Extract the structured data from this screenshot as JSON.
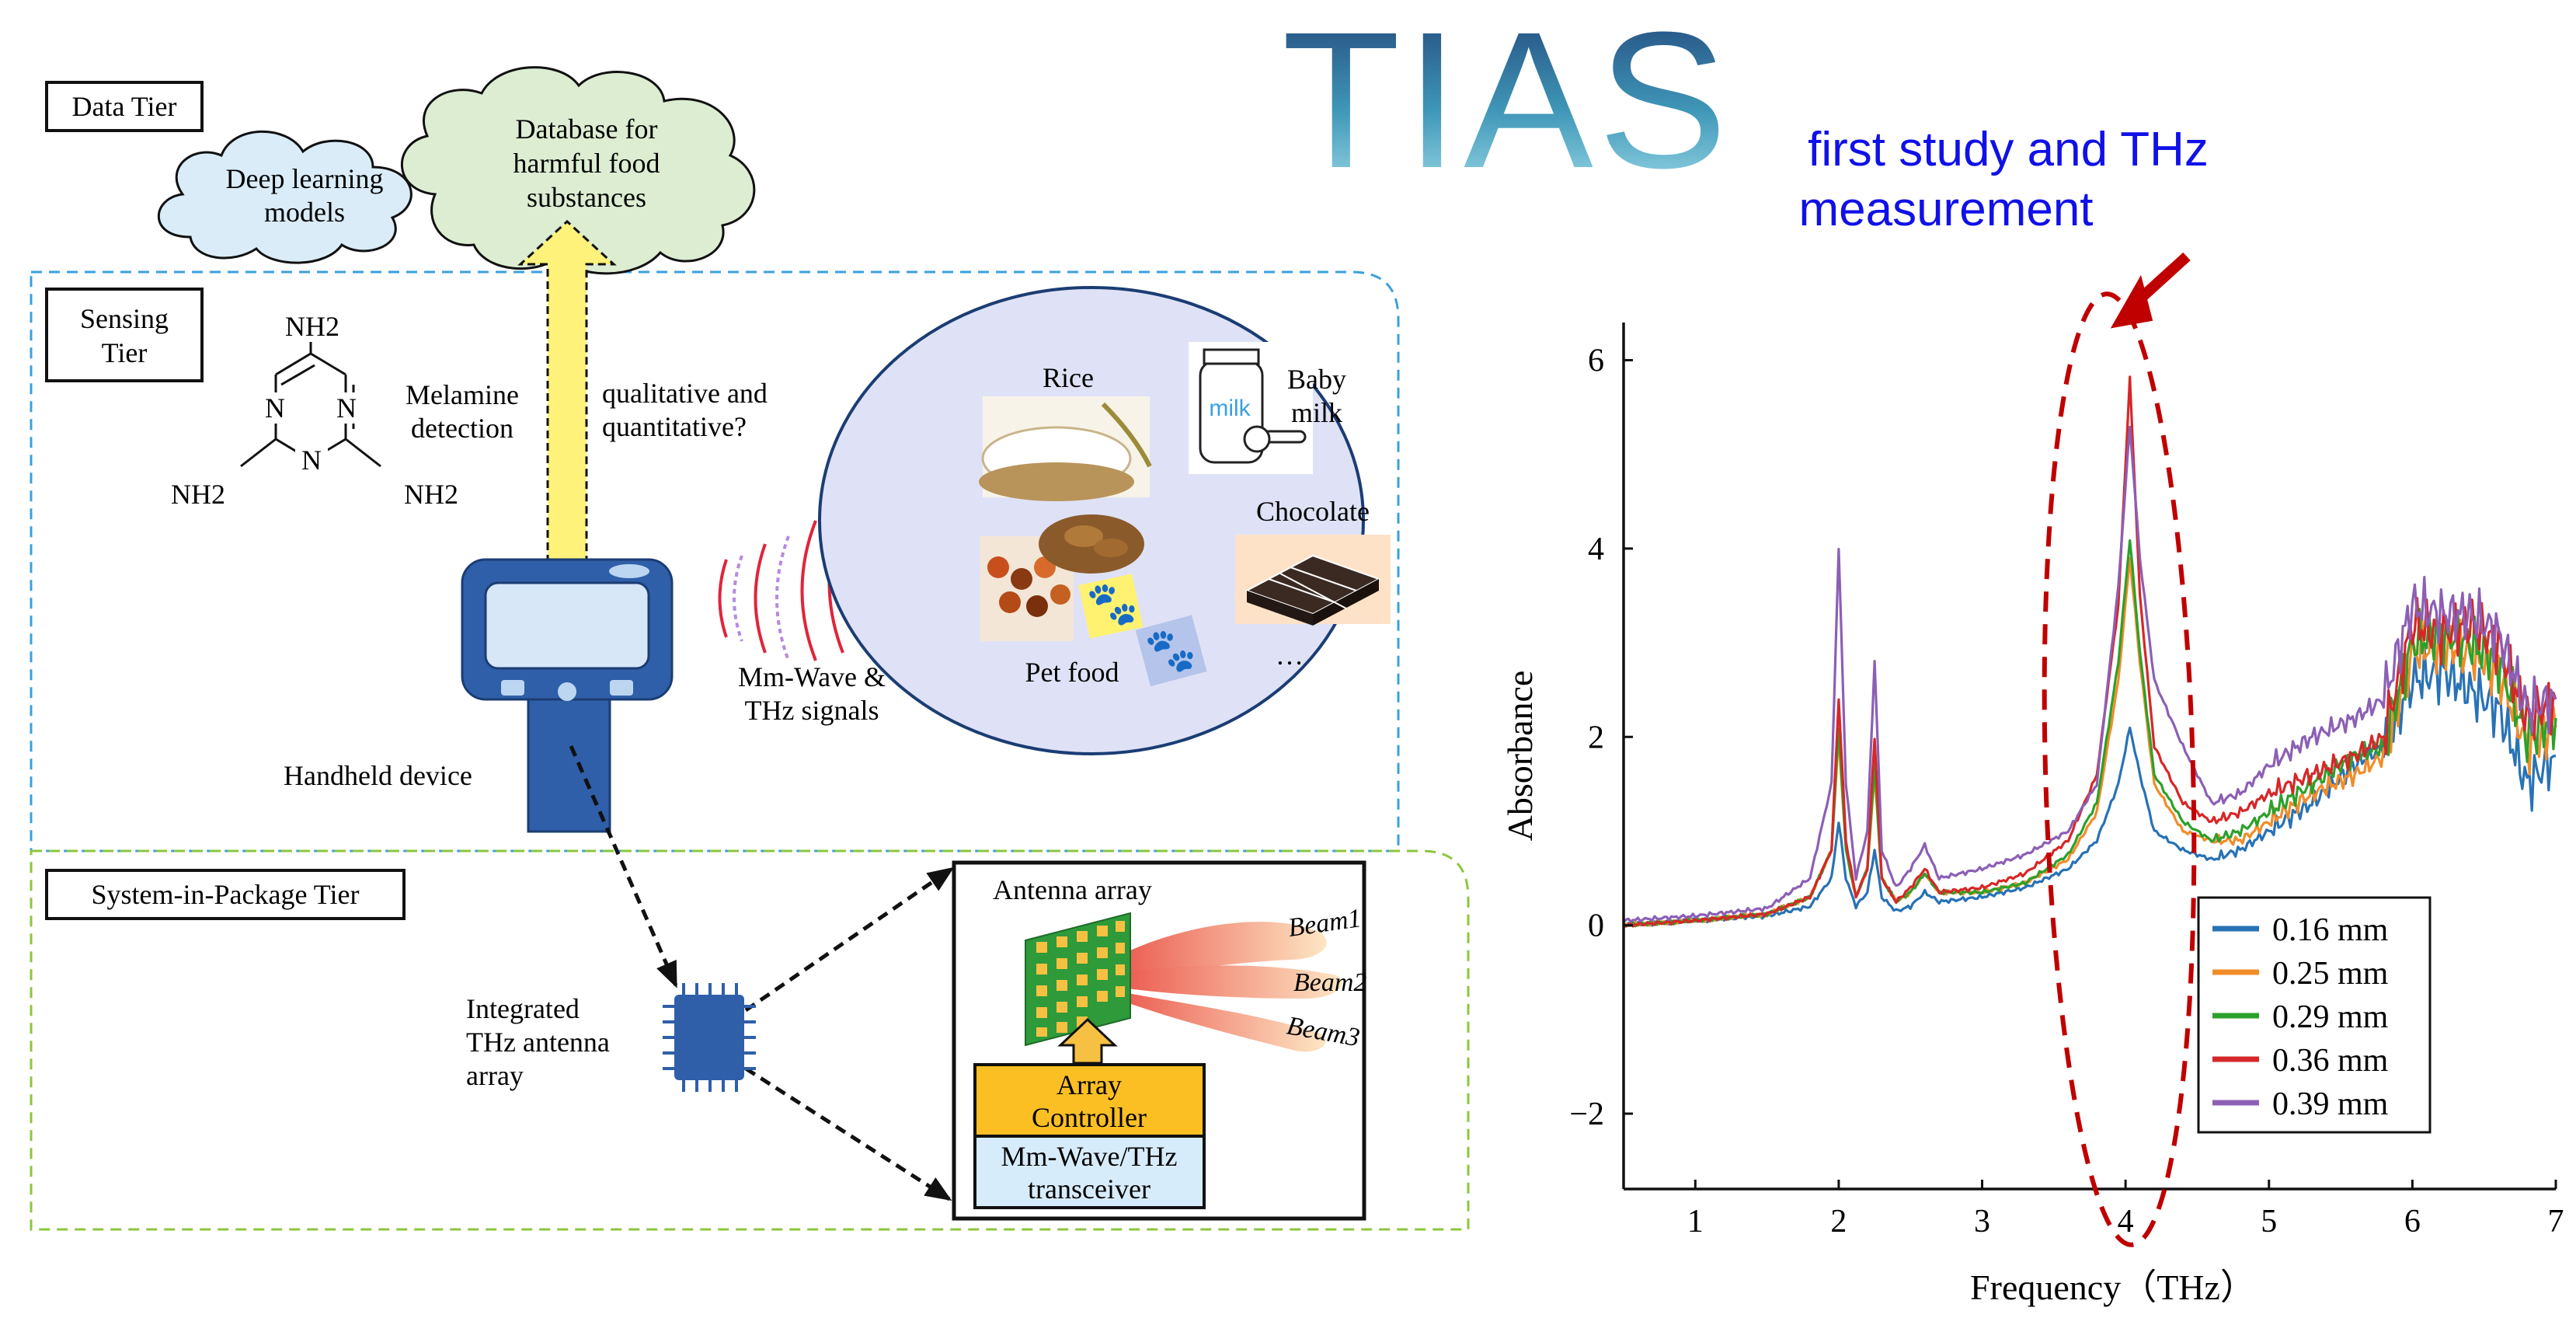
{
  "logo": {
    "text": "TIAS",
    "color_top": "#1f3e74",
    "color_bottom": "#7fd1e0"
  },
  "annotation": {
    "line1": "first study and THz",
    "line2": "measurement",
    "color": "#1010e8"
  },
  "tiers": {
    "data": "Data Tier",
    "sensing_line1": "Sensing",
    "sensing_line2": "Tier",
    "sip": "System-in-Package Tier"
  },
  "data_tier": {
    "cloud_left": [
      "Deep learning",
      "models"
    ],
    "cloud_right": [
      "Database for",
      "harmful food",
      "substances"
    ]
  },
  "sensing": {
    "melamine": [
      "Melamine",
      "detection"
    ],
    "molecule_groups": [
      "NH2",
      "NH2",
      "NH2"
    ],
    "molecule_atoms": [
      "N",
      "N",
      "N"
    ],
    "question": [
      "qualitative and",
      "quantitative?"
    ],
    "signals": [
      "Mm-Wave &",
      "THz signals"
    ],
    "device": "Handheld device",
    "foods": {
      "rice": "Rice",
      "baby": [
        "Baby",
        "milk"
      ],
      "milk_label": "milk",
      "chocolate": "Chocolate",
      "pet": "Pet food",
      "more": "…"
    }
  },
  "sip": {
    "chip": [
      "Integrated",
      "THz antenna",
      "array"
    ],
    "antenna_title": "Antenna array",
    "beams": [
      "Beam1",
      "Beam2",
      "Beam3"
    ],
    "controller": [
      "Array",
      "Controller"
    ],
    "transceiver": [
      "Mm-Wave/THz",
      "transceiver"
    ]
  },
  "colors": {
    "blue_dash": "#3aa0de",
    "green_dash": "#8cc63f",
    "device": "#2f5fa8",
    "arrow_yellow": "#fff27a",
    "controller": "#fbbf24",
    "transceiver": "#d7ecfa",
    "ellipse": "#dfe2f6"
  },
  "chart_data": {
    "type": "line",
    "xlabel": "Frequency（THz）",
    "ylabel": "Absorbance",
    "xlim": [
      0.5,
      7.0
    ],
    "ylim": [
      -2.8,
      6.4
    ],
    "xticks": [
      1,
      2,
      3,
      4,
      5,
      6,
      7
    ],
    "yticks": [
      -2,
      0,
      2,
      4,
      6
    ],
    "ytick_labels": [
      "−2",
      "0",
      "2",
      "4",
      "6"
    ],
    "grid": false,
    "legend_position": "bottom-right",
    "series": [
      {
        "name": "0.16 mm",
        "color": "#2872b5",
        "x": [
          0.5,
          1.0,
          1.5,
          1.8,
          1.95,
          2.0,
          2.05,
          2.12,
          2.2,
          2.25,
          2.3,
          2.4,
          2.5,
          2.6,
          2.7,
          3.0,
          3.3,
          3.6,
          3.8,
          3.95,
          4.03,
          4.1,
          4.2,
          4.4,
          4.6,
          4.8,
          5.0,
          5.3,
          5.6,
          5.8,
          6.0,
          6.2,
          6.4,
          6.6,
          6.8,
          7.0
        ],
        "y": [
          0,
          0.05,
          0.1,
          0.2,
          0.5,
          1.1,
          0.5,
          0.2,
          0.35,
          0.8,
          0.3,
          0.15,
          0.2,
          0.35,
          0.25,
          0.3,
          0.4,
          0.6,
          0.9,
          1.5,
          2.1,
          1.6,
          1.0,
          0.8,
          0.7,
          0.8,
          1.0,
          1.3,
          1.7,
          1.9,
          2.6,
          2.7,
          2.5,
          2.3,
          1.5,
          1.8
        ]
      },
      {
        "name": "0.25 mm",
        "color": "#f28c28",
        "x": [
          0.5,
          1.0,
          1.5,
          1.8,
          1.95,
          2.0,
          2.05,
          2.12,
          2.2,
          2.25,
          2.3,
          2.4,
          2.5,
          2.6,
          2.7,
          3.0,
          3.3,
          3.6,
          3.8,
          3.95,
          4.03,
          4.1,
          4.2,
          4.4,
          4.6,
          4.8,
          5.0,
          5.3,
          5.6,
          5.8,
          6.0,
          6.2,
          6.4,
          6.6,
          6.8,
          7.0
        ],
        "y": [
          0,
          0.05,
          0.12,
          0.3,
          0.8,
          2.0,
          0.8,
          0.3,
          0.6,
          1.6,
          0.5,
          0.25,
          0.35,
          0.55,
          0.35,
          0.35,
          0.45,
          0.7,
          1.2,
          2.6,
          3.9,
          2.8,
          1.5,
          1.0,
          0.9,
          0.9,
          1.1,
          1.4,
          1.6,
          1.8,
          2.9,
          3.0,
          2.9,
          2.7,
          1.9,
          2.1
        ]
      },
      {
        "name": "0.29 mm",
        "color": "#2ca02c",
        "x": [
          0.5,
          1.0,
          1.5,
          1.8,
          1.95,
          2.0,
          2.05,
          2.12,
          2.2,
          2.25,
          2.3,
          2.4,
          2.5,
          2.6,
          2.7,
          3.0,
          3.3,
          3.6,
          3.8,
          3.95,
          4.03,
          4.1,
          4.2,
          4.4,
          4.6,
          4.8,
          5.0,
          5.3,
          5.6,
          5.8,
          6.0,
          6.2,
          6.4,
          6.6,
          6.8,
          7.0
        ],
        "y": [
          0,
          0.05,
          0.12,
          0.3,
          0.8,
          2.1,
          0.8,
          0.3,
          0.6,
          1.7,
          0.5,
          0.25,
          0.35,
          0.55,
          0.35,
          0.35,
          0.45,
          0.75,
          1.3,
          2.8,
          4.1,
          2.9,
          1.6,
          1.1,
          0.9,
          1.0,
          1.2,
          1.5,
          1.8,
          1.9,
          3.0,
          3.1,
          3.0,
          2.8,
          2.0,
          2.2
        ]
      },
      {
        "name": "0.36 mm",
        "color": "#d62728",
        "x": [
          0.5,
          1.0,
          1.5,
          1.8,
          1.95,
          2.0,
          2.05,
          2.12,
          2.2,
          2.25,
          2.3,
          2.4,
          2.5,
          2.6,
          2.7,
          3.0,
          3.3,
          3.6,
          3.8,
          3.95,
          4.03,
          4.1,
          4.2,
          4.4,
          4.6,
          4.8,
          5.0,
          5.3,
          5.6,
          5.8,
          6.0,
          6.2,
          6.4,
          6.6,
          6.8,
          7.0
        ],
        "y": [
          0,
          0.05,
          0.12,
          0.3,
          0.8,
          2.4,
          0.9,
          0.3,
          0.6,
          2.0,
          0.5,
          0.25,
          0.4,
          0.6,
          0.35,
          0.4,
          0.55,
          0.9,
          1.6,
          3.4,
          5.8,
          3.5,
          1.9,
          1.3,
          1.1,
          1.2,
          1.4,
          1.6,
          1.8,
          2.0,
          3.2,
          3.1,
          3.2,
          3.0,
          2.2,
          2.4
        ]
      },
      {
        "name": "0.39 mm",
        "color": "#8c5fb5",
        "x": [
          0.5,
          1.0,
          1.5,
          1.8,
          1.95,
          2.0,
          2.05,
          2.12,
          2.2,
          2.25,
          2.3,
          2.4,
          2.5,
          2.6,
          2.7,
          3.0,
          3.3,
          3.6,
          3.8,
          3.95,
          4.03,
          4.1,
          4.2,
          4.4,
          4.6,
          4.8,
          5.0,
          5.3,
          5.6,
          5.8,
          6.0,
          6.2,
          6.4,
          6.6,
          6.8,
          7.0
        ],
        "y": [
          0.05,
          0.1,
          0.18,
          0.5,
          1.5,
          4.0,
          1.5,
          0.5,
          1.0,
          2.8,
          0.8,
          0.4,
          0.6,
          0.85,
          0.5,
          0.6,
          0.75,
          1.0,
          1.5,
          3.6,
          5.3,
          3.9,
          2.6,
          1.9,
          1.3,
          1.4,
          1.7,
          2.0,
          2.2,
          2.4,
          3.4,
          3.3,
          3.3,
          3.1,
          2.3,
          2.4
        ]
      }
    ]
  }
}
